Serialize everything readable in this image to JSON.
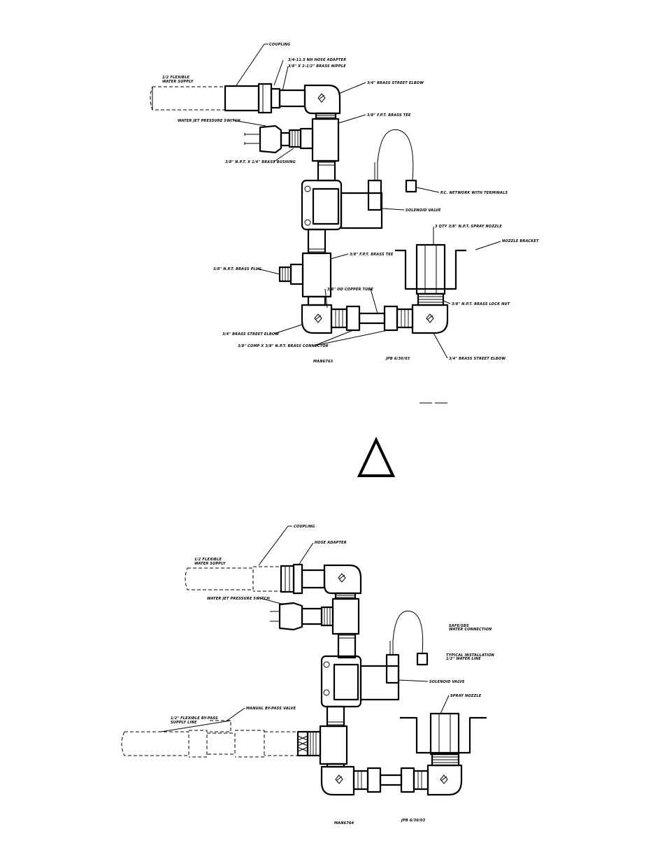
{
  "diagram1": {
    "labels": {
      "coupling": "COUPLING",
      "hose_adapter": "3/4-11.5 NH HOSE ADAPTER",
      "brass_nipple": "3/8\" X 2-1/2\" BRASS NIPPLE",
      "flexible_supply_line1": "1/2 FLEXIBLE",
      "flexible_supply_line2": "WATER SUPPLY",
      "street_elbow_top": "3/4\" BRASS STREET ELBOW",
      "brass_tee_top": "3/8\" F.P.T. BRASS TEE",
      "pressure_switch": "WATER JET PRESSURE SWITCH",
      "bushing": "3/8\" N.P.T. X 1/4\" BRASS BUSHING",
      "network": "P.C. NETWORK WITH TERMINALS",
      "solenoid": "SOLENOID VALVE",
      "spray_nozzle": "3 QTY 3/8\" N.P.T. SPRAY NOZZLE",
      "nozzle_bracket": "NOZZLE BRACKET",
      "brass_tee_mid": "3/8\" F.P.T. BRASS TEE",
      "brass_plug": "3/8\" N.P.T. BRASS PLUG",
      "copper_tube": "3/8\" OD COPPER TUBE",
      "lock_nut": "3/8\" N.P.T. BRASS LOCK NUT",
      "street_elbow_left": "3/4\" BRASS STREET ELBOW",
      "connector": "3/8\" COMP X 3/8\" N.P.T. BRASS CONNECTOR",
      "street_elbow_right": "3/4\" BRASS STREET ELBOW",
      "drawing_id": "MAN6763",
      "drawn_by": "JPB 6/30/03"
    }
  },
  "warning_icon": "warning-triangle-icon",
  "diagram2": {
    "labels": {
      "coupling": "COUPLING",
      "hose_adapter": "HOSE ADAPTER",
      "flexible_supply_line1": "1/2 FLEXIBLE",
      "flexible_supply_line2": "WATER SUPPLY",
      "pressure_switch": "WATER JET PRESSURE SWITCH",
      "safe_line1": "SAFE/SBS",
      "safe_line2": "WATER CONNECTION",
      "typical_line1": "TYPICAL INSTALLATION",
      "typical_line2": "1/2\" WATER LINE",
      "solenoid": "SOLENOID VALVE",
      "spray_nozzle": "SPRAY NOZZLE",
      "bypass_valve": "MANUAL BY-PASS VALVE",
      "bypass_line1": "1/2\" FLEXIBLE BY-PASS",
      "bypass_line2": "SUPPLY LINE",
      "drawing_id": "MAN6764",
      "drawn_by": "JPB 6/30/03"
    }
  }
}
